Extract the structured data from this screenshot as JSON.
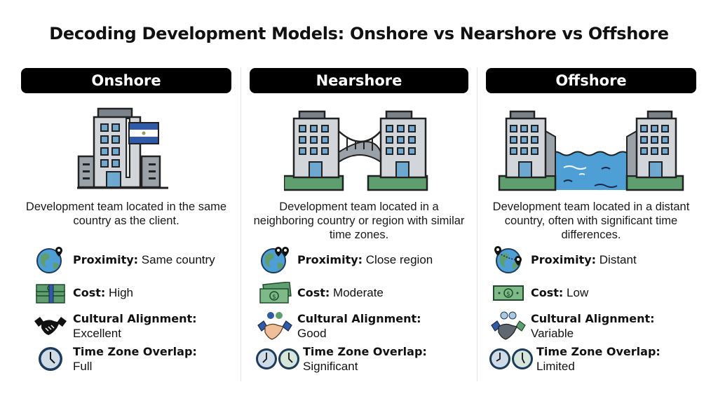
{
  "title": "Decoding Development Models: Onshore vs Nearshore vs Offshore",
  "colors": {
    "header_bg": "#000000",
    "building": "#c9ced3",
    "window": "#6fa8cf",
    "grass": "#5f9e6e",
    "water": "#4d9fd6",
    "flag_blue": "#2f5aa8"
  },
  "columns": [
    {
      "header": "Onshore",
      "illustration": "single-building-with-flag",
      "description": "Development team located in the same country as the client.",
      "attributes": [
        {
          "icon": "globe-pin-icon",
          "label": "Proximity:",
          "value": "Same country"
        },
        {
          "icon": "money-stack-icon",
          "label": "Cost:",
          "value": "High"
        },
        {
          "icon": "handshake-icon",
          "label": "Cultural Alignment:",
          "value": "Excellent"
        },
        {
          "icon": "clock-icon",
          "label": "Time Zone Overlap:",
          "value": "Full"
        }
      ]
    },
    {
      "header": "Nearshore",
      "illustration": "two-buildings-bridge",
      "description": "Development team located in a neighboring country or region with similar time zones.",
      "attributes": [
        {
          "icon": "globe-two-pins-icon",
          "label": "Proximity:",
          "value": "Close region"
        },
        {
          "icon": "two-bills-icon",
          "label": "Cost:",
          "value": "Moderate"
        },
        {
          "icon": "handshake-people-icon",
          "label": "Cultural Alignment:",
          "value": "Good"
        },
        {
          "icon": "two-clocks-icon",
          "label": "Time Zone Overlap:",
          "value": "Significant"
        }
      ]
    },
    {
      "header": "Offshore",
      "illustration": "two-buildings-water",
      "description": "Development team located in a distant country, often with significant time differences.",
      "attributes": [
        {
          "icon": "globe-route-icon",
          "label": "Proximity:",
          "value": "Distant"
        },
        {
          "icon": "single-bill-icon",
          "label": "Cost:",
          "value": "Low"
        },
        {
          "icon": "handshake-people-icon",
          "label": "Cultural Alignment:",
          "value": "Variable"
        },
        {
          "icon": "two-clocks-icon",
          "label": "Time Zone Overlap:",
          "value": "Limited"
        }
      ]
    }
  ]
}
